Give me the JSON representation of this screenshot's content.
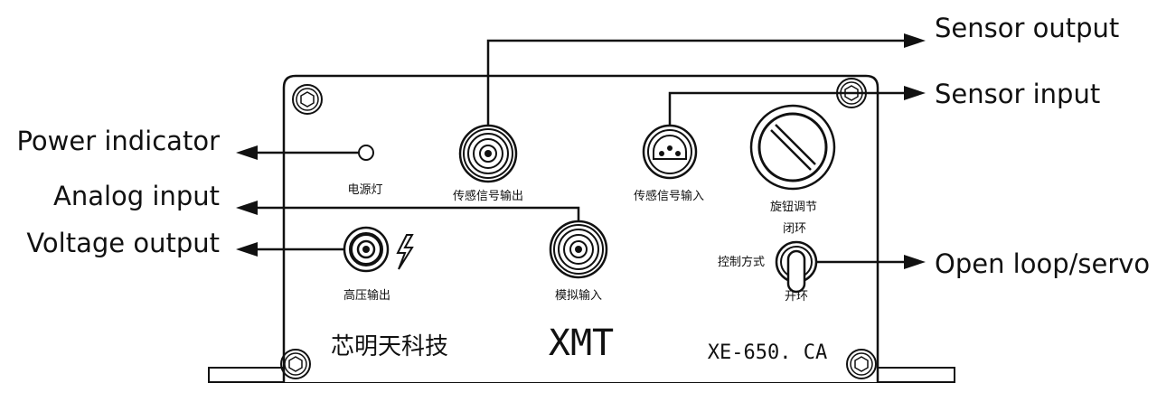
{
  "callouts": {
    "sensor_output": "Sensor output",
    "sensor_input": "Sensor input",
    "power_indicator": "Power indicator",
    "analog_input": "Analog input",
    "voltage_output": "Voltage output",
    "open_loop_servo": "Open loop/servo"
  },
  "panel": {
    "power_light_label": "电源灯",
    "sensor_output_label": "传感信号输出",
    "sensor_input_label": "传感信号输入",
    "knob_label": "旋钮调节",
    "switch_top_label": "闭环",
    "switch_side_label": "控制方式",
    "switch_bottom_label": "开环",
    "hv_output_label": "高压输出",
    "analog_input_label": "模拟输入",
    "brand": "芯明天科技",
    "logo": "XMT",
    "model": "XE-650. CA"
  },
  "icons": [
    "hex-screw-icon",
    "bnc-connector-icon",
    "lemo-connector-icon",
    "knob-icon",
    "toggle-switch-icon",
    "high-voltage-icon",
    "led-icon",
    "arrow-left-icon",
    "arrow-right-icon"
  ],
  "colors": {
    "line": "#111111",
    "background": "#ffffff"
  }
}
